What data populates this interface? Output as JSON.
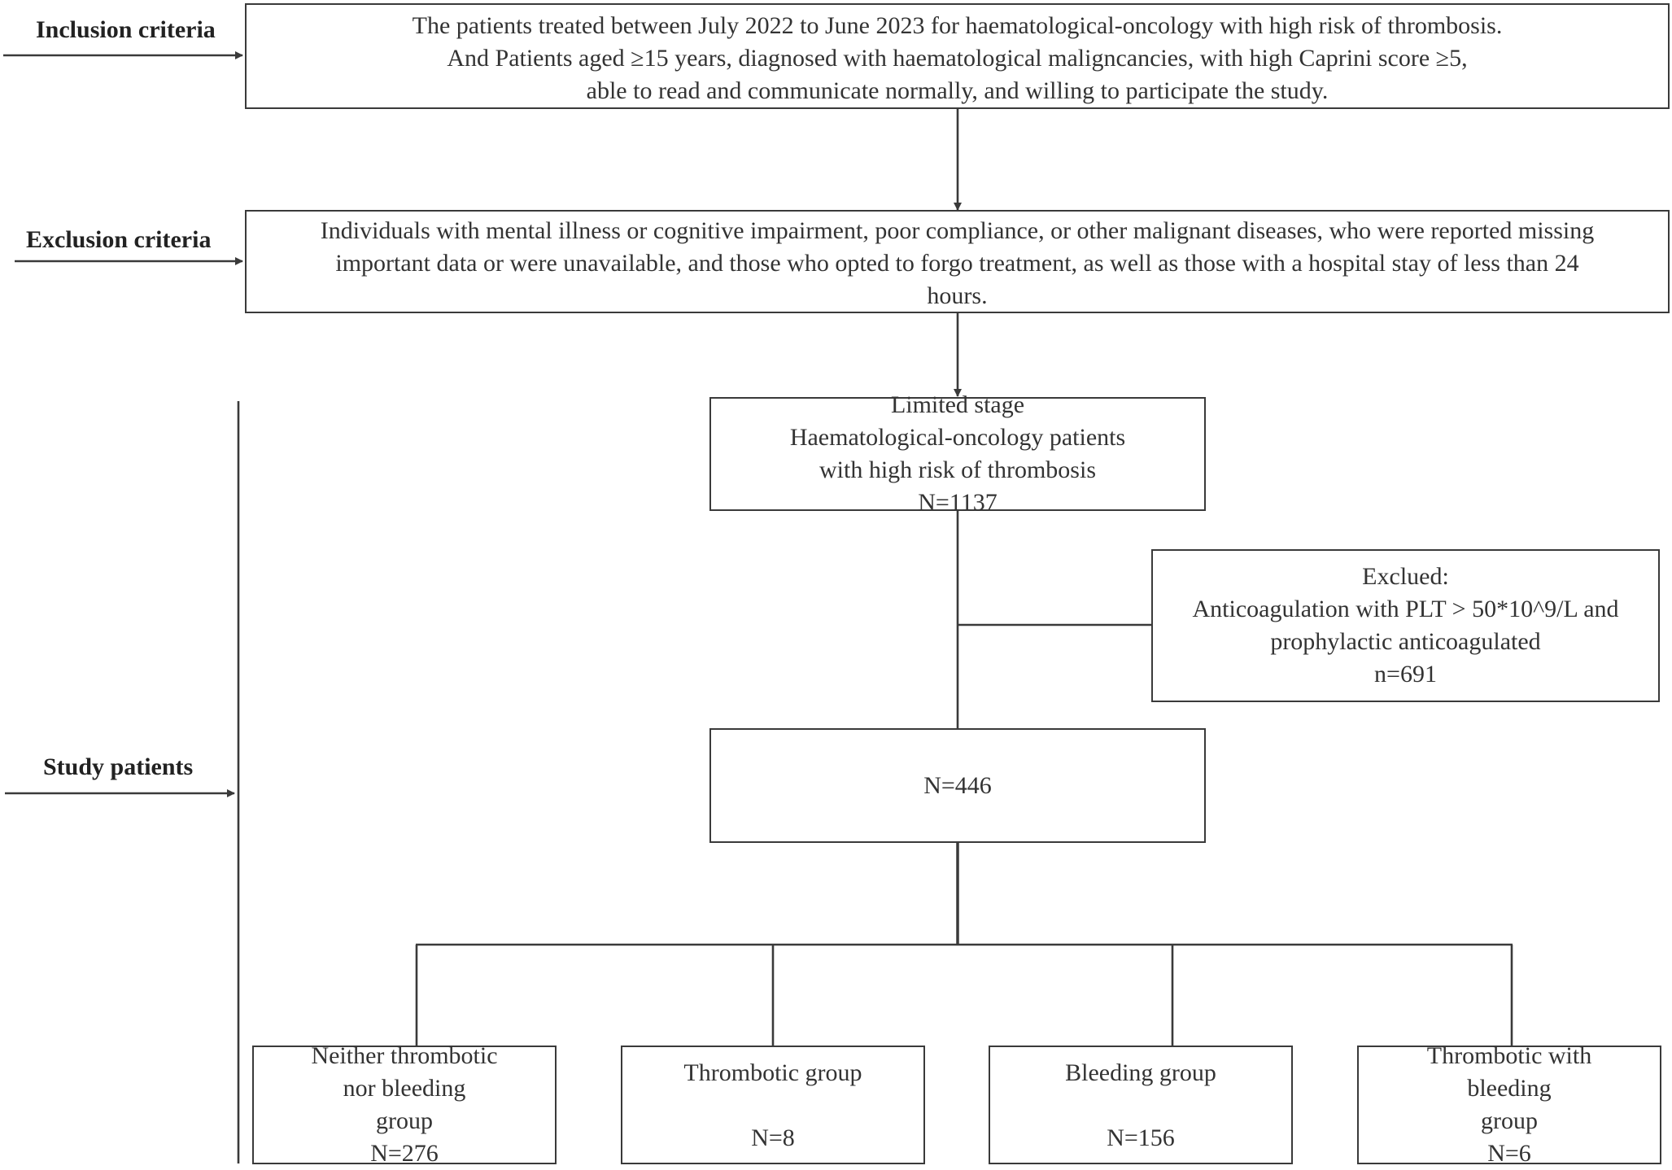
{
  "labels": {
    "inclusion": "Inclusion criteria",
    "exclusion": "Exclusion criteria",
    "study": "Study patients"
  },
  "inclusion_box": {
    "lines": [
      "The patients treated between July 2022 to June 2023 for haematological-oncology with high risk of thrombosis.",
      "And Patients aged ≥15 years, diagnosed with haematological maligncancies, with high Caprini score ≥5,",
      "able to read and communicate normally, and willing to participate the study."
    ]
  },
  "exclusion_box": {
    "lines": [
      "Individuals with mental illness or cognitive impairment, poor compliance, or other malignant diseases, who were reported missing",
      "important data or were unavailable, and those who opted to forgo treatment, as well as those with a hospital stay of less than 24",
      "hours."
    ]
  },
  "limited_box": {
    "lines": [
      "Limited stage",
      "Haematological-oncology patients",
      "with high risk of thrombosis",
      "N=1137"
    ]
  },
  "excluded_box": {
    "lines": [
      "Exclued:",
      "Anticoagulation with PLT > 50*10^9/L and",
      "prophylactic anticoagulated",
      "n=691"
    ]
  },
  "study_box": {
    "text": "N=446"
  },
  "groups": [
    {
      "name_lines": [
        "Neither thrombotic",
        "nor bleeding",
        "group"
      ],
      "n": "N=276"
    },
    {
      "name_lines": [
        "Thrombotic group"
      ],
      "n": "N=8"
    },
    {
      "name_lines": [
        "Bleeding group"
      ],
      "n": "N=156"
    },
    {
      "name_lines": [
        "Thrombotic with",
        "bleeding",
        "group"
      ],
      "n": "N=6"
    }
  ]
}
